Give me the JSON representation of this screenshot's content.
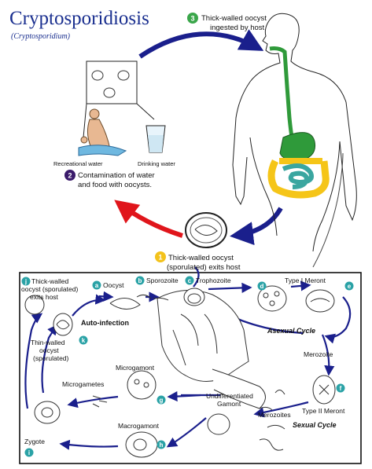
{
  "header": {
    "title": "Cryptosporidiosis",
    "subtitle": "(Cryptosporidium)"
  },
  "colors": {
    "title": "#1a2f8f",
    "arrow_blue": "#1a1f8c",
    "arrow_red": "#e0151b",
    "green_gut": "#2f9a3a",
    "yellow_gut": "#f5c518",
    "teal_gut": "#3aa6a0",
    "badge_green": "#3aa64a",
    "badge_purple": "#3a1a6a",
    "badge_yellow": "#f3c21b",
    "badge_teal": "#2aa2a6"
  },
  "host_cycle": {
    "step1": {
      "num": "1",
      "line1": "Thick-walled oocyst",
      "line2": "(sporulated) exits host"
    },
    "step2": {
      "num": "2",
      "line1": "Contamination of water",
      "line2": "and food with oocysts."
    },
    "step3": {
      "num": "3",
      "line1": "Thick-walled oocyst",
      "line2": "ingested by host"
    },
    "recreational_water": "Recreational water",
    "drinking_water": "Drinking water"
  },
  "life_cycle": {
    "a": {
      "letter": "a",
      "label": "Oocyst"
    },
    "b": {
      "letter": "b",
      "label": "Sporozoite"
    },
    "c": {
      "letter": "c",
      "label": "Trophozoite"
    },
    "d": {
      "letter": "d",
      "label": "Type I Meront"
    },
    "e": {
      "letter": "e"
    },
    "merozoite": "Merozoite",
    "asexual_cycle": "Asexual Cycle",
    "f": {
      "letter": "f",
      "label": "Type II Meront"
    },
    "merozoites": "Merozoites",
    "sexual_cycle": "Sexual Cycle",
    "undifferentiated_line1": "Undifferentiated",
    "undifferentiated_line2": "Gamont",
    "g": {
      "letter": "g",
      "label": "Microgamont"
    },
    "microgametes": "Microgametes",
    "h": {
      "letter": "h",
      "label": "Macrogamont"
    },
    "i": {
      "letter": "i",
      "label": "Zygote"
    },
    "j": {
      "letter": "j",
      "line1": "Thick-walled",
      "line2": "oocyst (sporulated)",
      "line3": "exits host"
    },
    "k": {
      "letter": "k",
      "line1": "Thin-walled",
      "line2": "oocyst",
      "line3": "(sporulated)"
    },
    "auto_infection": "Auto-infection"
  }
}
